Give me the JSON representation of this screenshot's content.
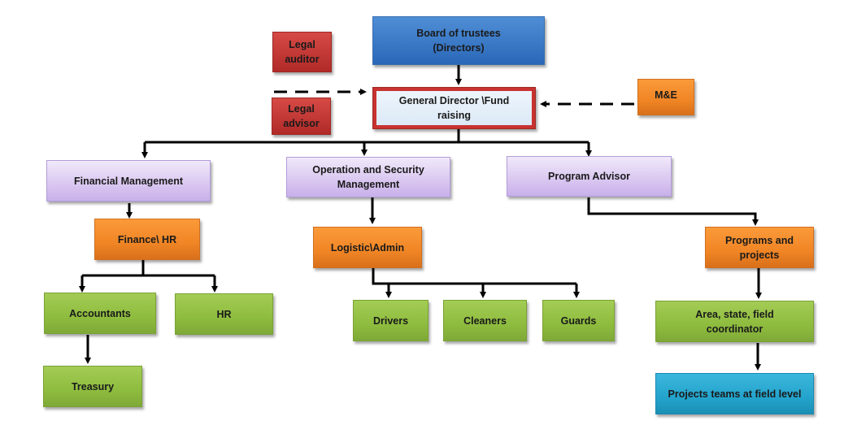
{
  "diagram": {
    "type": "organizational-chart",
    "nodes": {
      "board": "Board of trustees (Directors)",
      "legal_auditor": "Legal auditor",
      "legal_advisor": "Legal advisor",
      "general_director": "General Director \\Fund raising",
      "me": "M&E",
      "financial_management": "Financial Management",
      "operation_security": "Operation and Security Management",
      "program_advisor": "Program Advisor",
      "finance_hr": "Finance\\ HR",
      "logistic_admin": "Logistic\\Admin",
      "programs_projects": "Programs and projects",
      "accountants": "Accountants",
      "hr": "HR",
      "treasury": "Treasury",
      "drivers": "Drivers",
      "cleaners": "Cleaners",
      "guards": "Guards",
      "area_coordinator": "Area, state, field coordinator",
      "project_teams": "Projects teams at field level"
    },
    "edges": [
      {
        "from": "board",
        "to": "general_director",
        "style": "solid"
      },
      {
        "from": "legal_auditor",
        "to": "general_director",
        "style": "dashed"
      },
      {
        "from": "legal_advisor",
        "to": "general_director",
        "style": "dashed"
      },
      {
        "from": "me",
        "to": "general_director",
        "style": "dashed"
      },
      {
        "from": "general_director",
        "to": "financial_management",
        "style": "solid"
      },
      {
        "from": "general_director",
        "to": "operation_security",
        "style": "solid"
      },
      {
        "from": "general_director",
        "to": "program_advisor",
        "style": "solid"
      },
      {
        "from": "financial_management",
        "to": "finance_hr",
        "style": "solid"
      },
      {
        "from": "finance_hr",
        "to": "accountants",
        "style": "solid"
      },
      {
        "from": "finance_hr",
        "to": "hr",
        "style": "solid"
      },
      {
        "from": "accountants",
        "to": "treasury",
        "style": "solid"
      },
      {
        "from": "operation_security",
        "to": "logistic_admin",
        "style": "solid"
      },
      {
        "from": "logistic_admin",
        "to": "drivers",
        "style": "solid"
      },
      {
        "from": "logistic_admin",
        "to": "cleaners",
        "style": "solid"
      },
      {
        "from": "logistic_admin",
        "to": "guards",
        "style": "solid"
      },
      {
        "from": "program_advisor",
        "to": "programs_projects",
        "style": "solid"
      },
      {
        "from": "programs_projects",
        "to": "area_coordinator",
        "style": "solid"
      },
      {
        "from": "area_coordinator",
        "to": "project_teams",
        "style": "solid"
      }
    ],
    "colors": {
      "board": "#3a78c9",
      "legal": "#c0392b",
      "general_director_border": "#c8322f",
      "management": "#ddd0f2",
      "mid_level": "#f08525",
      "staff": "#8ebc3e",
      "field_teams": "#23a3cc"
    }
  }
}
